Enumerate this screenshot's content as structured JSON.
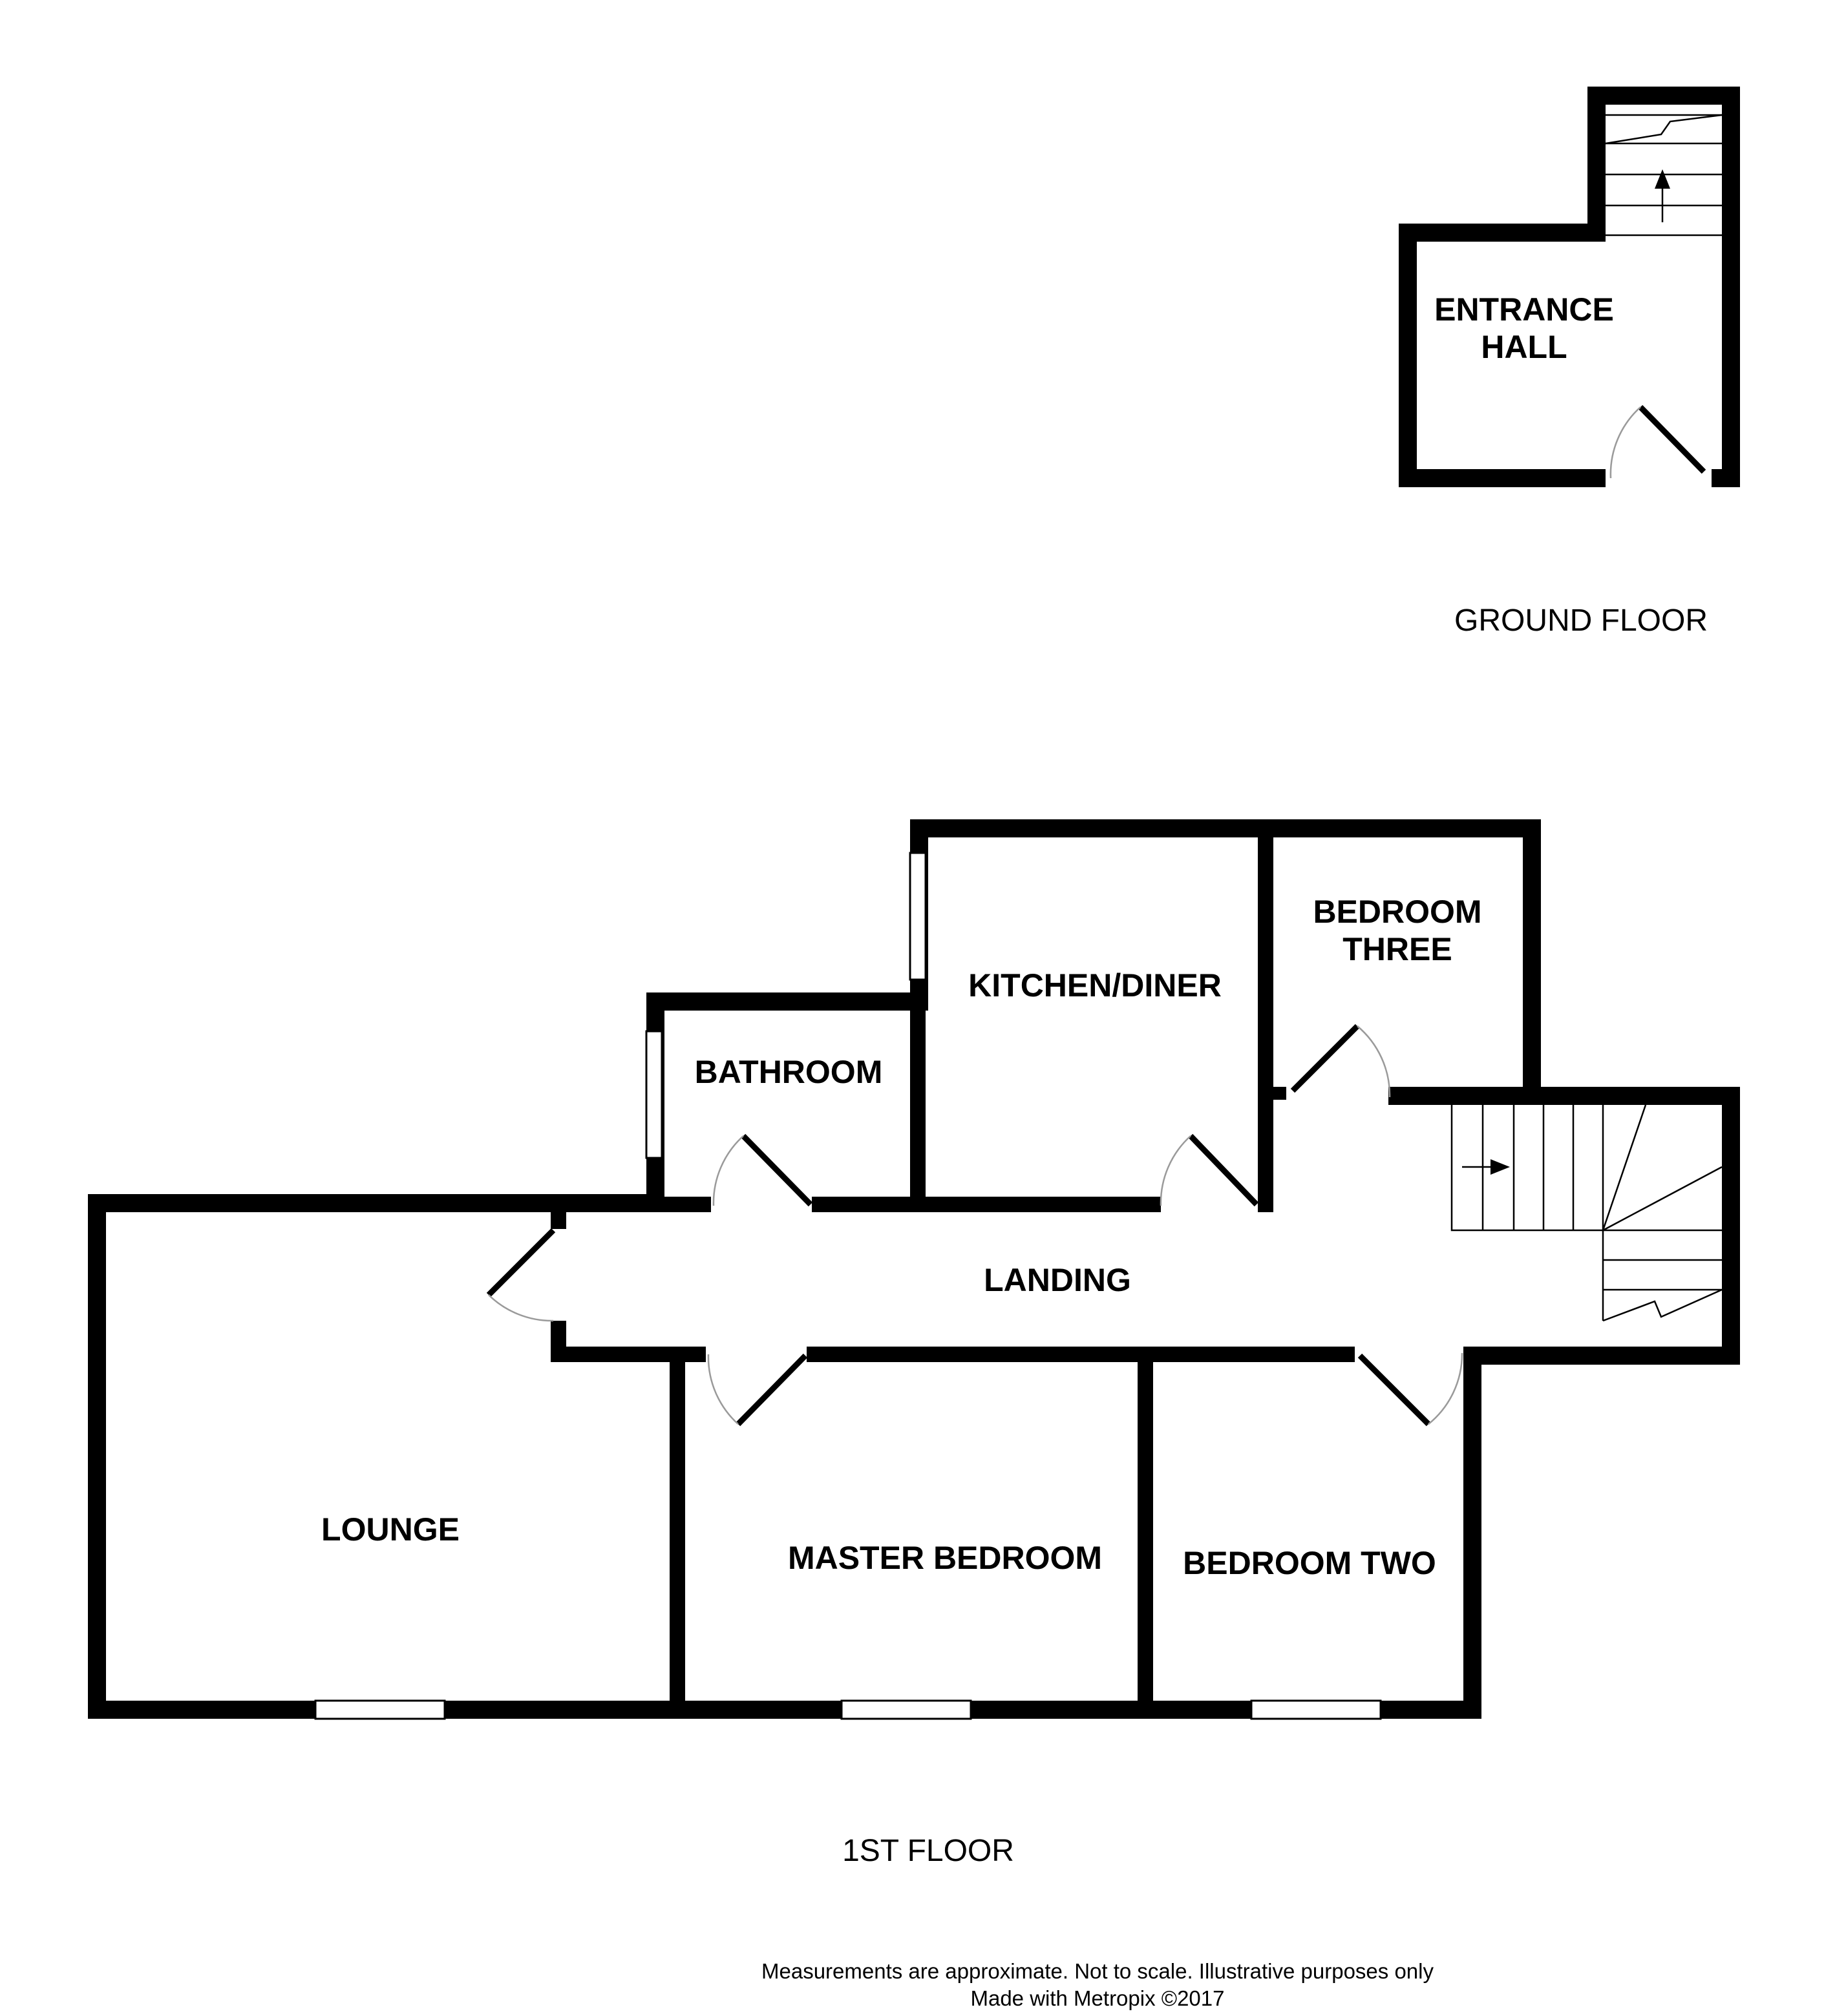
{
  "floors": {
    "ground": {
      "label": "GROUND FLOOR",
      "rooms": {
        "entrance_hall": [
          "ENTRANCE",
          "HALL"
        ]
      }
    },
    "first": {
      "label": "1ST FLOOR",
      "rooms": {
        "bedroom_three": [
          "BEDROOM",
          "THREE"
        ],
        "kitchen_diner": "KITCHEN/DINER",
        "bathroom": "BATHROOM",
        "landing": "LANDING",
        "lounge": "LOUNGE",
        "master_bedroom": "MASTER BEDROOM",
        "bedroom_two": "BEDROOM TWO"
      }
    }
  },
  "footer": {
    "disclaimer": "Measurements are approximate.  Not to scale.  Illustrative purposes only",
    "credit": "Made with Metropix ©2017"
  }
}
